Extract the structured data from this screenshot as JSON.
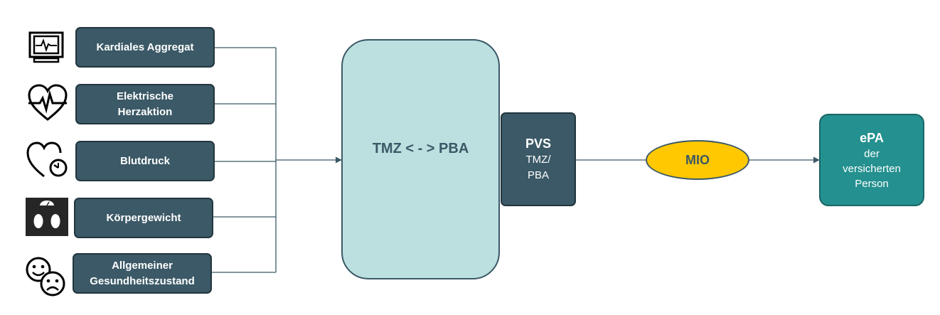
{
  "inputs": [
    {
      "label": "Kardiales Aggregat",
      "icon": "monitor-icon"
    },
    {
      "label": "Elektrische Herzaktion",
      "icon": "heart-ecg-icon"
    },
    {
      "label": "Blutdruck",
      "icon": "heart-gauge-icon"
    },
    {
      "label": "Körpergewicht",
      "icon": "scale-icon"
    },
    {
      "label": "Allgemeiner Gesundheitszustand",
      "icon": "smiley-icon"
    }
  ],
  "central": {
    "label": "TMZ < - > PBA"
  },
  "pvs": {
    "title": "PVS",
    "line1": "TMZ/",
    "line2": "PBA"
  },
  "mio": {
    "label": "MIO"
  },
  "epa": {
    "title": "ePA",
    "line1": "der",
    "line2": "versicherten",
    "line3": "Person"
  },
  "colors": {
    "box": "#3b5966",
    "central": "#bcdfe0",
    "mio": "#ffc800",
    "epa": "#24908f"
  }
}
